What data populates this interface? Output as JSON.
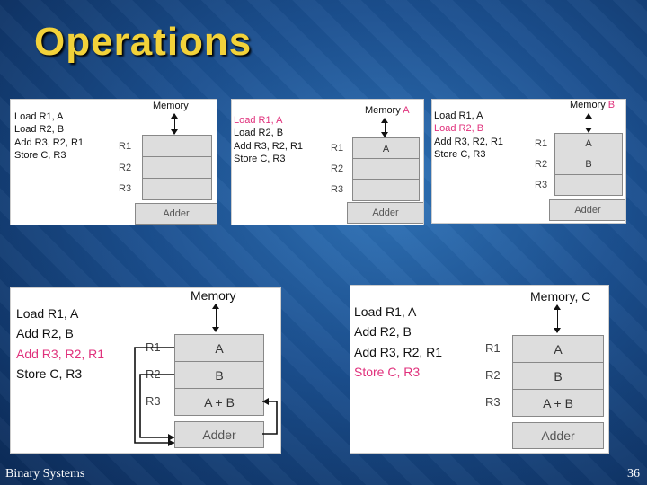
{
  "slide": {
    "title": "Operations",
    "footer_left": "Binary Systems",
    "page_number": "36"
  },
  "colors": {
    "title": "#f2d23a",
    "highlight": "#e0317c"
  },
  "panels": [
    {
      "memory_label": "Memory",
      "memory_accent": "",
      "program": [
        "Load  R1, A",
        "Load  R2, B",
        "Add  R3, R2, R1",
        "Store  C, R3"
      ],
      "highlight_line": -1,
      "registers": [
        {
          "label": "R1",
          "value": ""
        },
        {
          "label": "R2",
          "value": ""
        },
        {
          "label": "R3",
          "value": ""
        }
      ],
      "adder": "Adder"
    },
    {
      "memory_label": "Memory",
      "memory_accent": "A",
      "program": [
        "Load  R1, A",
        "Load  R2, B",
        "Add  R3, R2, R1",
        "Store  C, R3"
      ],
      "highlight_line": 0,
      "registers": [
        {
          "label": "R1",
          "value": "A"
        },
        {
          "label": "R2",
          "value": ""
        },
        {
          "label": "R3",
          "value": ""
        }
      ],
      "adder": "Adder"
    },
    {
      "memory_label": "Memory",
      "memory_accent": "B",
      "program": [
        "Load  R1, A",
        "Load  R2, B",
        "Add  R3, R2, R1",
        "Store  C, R3"
      ],
      "highlight_line": 1,
      "registers": [
        {
          "label": "R1",
          "value": "A"
        },
        {
          "label": "R2",
          "value": "B"
        },
        {
          "label": "R3",
          "value": ""
        }
      ],
      "adder": "Adder"
    },
    {
      "memory_label": "Memory",
      "memory_accent": "",
      "program": [
        "Load  R1, A",
        "Add  R2, B",
        "Add  R3, R2, R1",
        "Store  C, R3"
      ],
      "highlight_line": 2,
      "registers": [
        {
          "label": "R1",
          "value": "A"
        },
        {
          "label": "R2",
          "value": "B"
        },
        {
          "label": "R3",
          "value": "A + B"
        }
      ],
      "adder": "Adder"
    },
    {
      "memory_label": "Memory, C",
      "memory_accent": "",
      "program": [
        "Load  R1, A",
        "Add  R2, B",
        "Add  R3, R2, R1",
        "Store  C, R3"
      ],
      "highlight_line": 3,
      "registers": [
        {
          "label": "R1",
          "value": "A"
        },
        {
          "label": "R2",
          "value": "B"
        },
        {
          "label": "R3",
          "value": "A + B"
        }
      ],
      "adder": "Adder"
    }
  ]
}
